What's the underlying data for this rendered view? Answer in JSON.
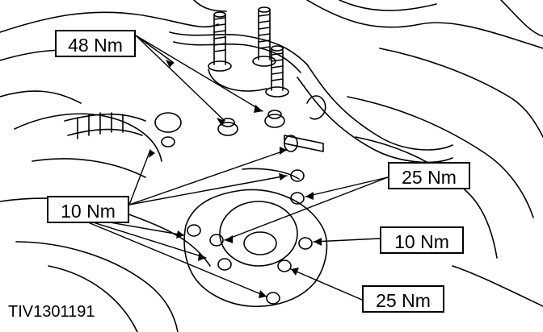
{
  "figure": {
    "id_text": "TIV1301191",
    "ink_color": "#000000",
    "paper_color": "#ffffff"
  },
  "callouts": [
    {
      "key": "c1",
      "text": "48 Nm"
    },
    {
      "key": "c2",
      "text": "10 Nm"
    },
    {
      "key": "c3",
      "text": "25 Nm"
    },
    {
      "key": "c4",
      "text": "10 Nm"
    },
    {
      "key": "c5",
      "text": "25 Nm"
    }
  ]
}
